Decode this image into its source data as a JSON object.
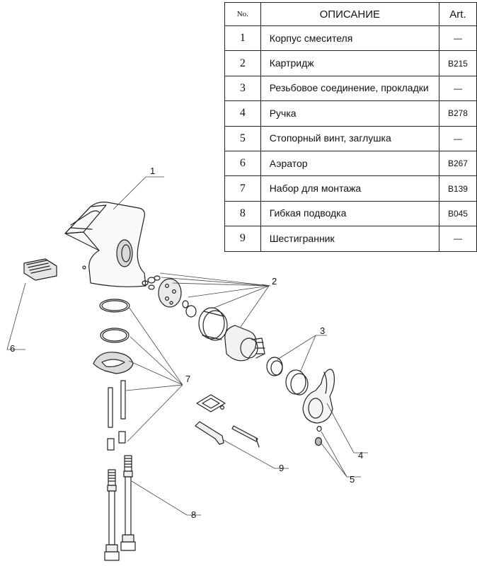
{
  "table": {
    "headers": {
      "no": "No.",
      "description": "ОПИСАНИЕ",
      "art": "Art."
    },
    "rows": [
      {
        "no": "1",
        "description": "Корпус смесителя",
        "art": "—"
      },
      {
        "no": "2",
        "description": "Картридж",
        "art": "B215"
      },
      {
        "no": "3",
        "description": "Резьбовое соединение, прокладки",
        "art": "—"
      },
      {
        "no": "4",
        "description": "Ручка",
        "art": "B278"
      },
      {
        "no": "5",
        "description": "Стопорный винт, заглушка",
        "art": "—"
      },
      {
        "no": "6",
        "description": "Аэратор",
        "art": "B267"
      },
      {
        "no": "7",
        "description": "Набор для монтажа",
        "art": "B139"
      },
      {
        "no": "8",
        "description": "Гибкая подводка",
        "art": "B045"
      },
      {
        "no": "9",
        "description": "Шестигранник",
        "art": "—"
      }
    ]
  },
  "callouts": [
    "1",
    "2",
    "3",
    "4",
    "5",
    "6",
    "7",
    "8",
    "9"
  ]
}
